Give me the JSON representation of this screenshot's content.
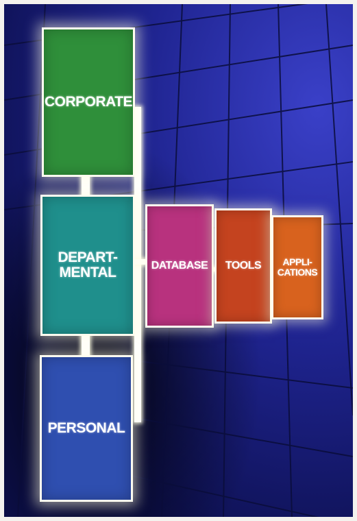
{
  "diagram": {
    "tiers": [
      {
        "label": "CORPORATE",
        "color": "#2f8f3a"
      },
      {
        "label": "DEPART-\nMENTAL",
        "color": "#1f8f8c"
      },
      {
        "label": "PERSONAL",
        "color": "#2f4fb0"
      }
    ],
    "components": [
      {
        "label": "DATABASE",
        "color": "#b8327e"
      },
      {
        "label": "TOOLS",
        "color": "#c4431f"
      },
      {
        "label": "APPLI-\nCATIONS",
        "color": "#d8621e"
      }
    ],
    "background_color": "#1f2490",
    "glow_color": "#fffde0"
  }
}
